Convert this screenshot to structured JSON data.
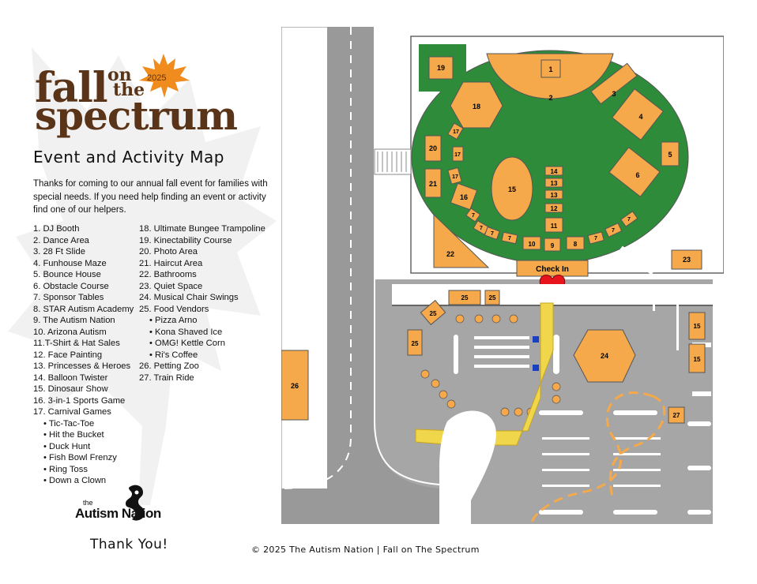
{
  "brand": {
    "fall": "fall",
    "on": "on",
    "the": "the",
    "spectrum": "spectrum",
    "year": "2025",
    "leaf_icon": "maple-leaf",
    "brown": "#5a3418",
    "orange": "#f08c1e"
  },
  "heading": "Event and Activity Map",
  "intro": "Thanks for coming to our annual fall event for families with special needs. If you need help finding an event or activity find one of our helpers.",
  "legend": {
    "col1": [
      {
        "text": "1. DJ Booth",
        "sub": false
      },
      {
        "text": "2. Dance Area",
        "sub": false
      },
      {
        "text": "3. 28 Ft Slide",
        "sub": false
      },
      {
        "text": "4. Funhouse Maze",
        "sub": false
      },
      {
        "text": "5. Bounce House",
        "sub": false
      },
      {
        "text": "6. Obstacle Course",
        "sub": false
      },
      {
        "text": "7. Sponsor Tables",
        "sub": false
      },
      {
        "text": "8. STAR Autism Academy",
        "sub": false
      },
      {
        "text": "9. The Autism Nation",
        "sub": false
      },
      {
        "text": "10. Arizona Autism",
        "sub": false
      },
      {
        "text": "11.T-Shirt & Hat Sales",
        "sub": false
      },
      {
        "text": "12. Face Painting",
        "sub": false
      },
      {
        "text": "13. Princesses & Heroes",
        "sub": false
      },
      {
        "text": "14. Balloon Twister",
        "sub": false
      },
      {
        "text": "15. Dinosaur Show",
        "sub": false
      },
      {
        "text": "16. 3-in-1 Sports Game",
        "sub": false
      },
      {
        "text": "17. Carnival Games",
        "sub": false
      },
      {
        "text": "• Tic-Tac-Toe",
        "sub": true
      },
      {
        "text": "• Hit the Bucket",
        "sub": true
      },
      {
        "text": "• Duck Hunt",
        "sub": true
      },
      {
        "text": "• Fish Bowl Frenzy",
        "sub": true
      },
      {
        "text": "• Ring Toss",
        "sub": true
      },
      {
        "text": "• Down a Clown",
        "sub": true
      }
    ],
    "col2": [
      {
        "text": "18. Ultimate Bungee Trampoline",
        "sub": false
      },
      {
        "text": "19. Kinectability Course",
        "sub": false
      },
      {
        "text": "20. Photo Area",
        "sub": false
      },
      {
        "text": "21. Haircut Area",
        "sub": false
      },
      {
        "text": "22. Bathrooms",
        "sub": false
      },
      {
        "text": "23. Quiet Space",
        "sub": false
      },
      {
        "text": "24. Musical Chair Swings",
        "sub": false
      },
      {
        "text": "25. Food Vendors",
        "sub": false
      },
      {
        "text": "• Pizza Arno",
        "sub": true
      },
      {
        "text": "• Kona Shaved Ice",
        "sub": true
      },
      {
        "text": "• OMG! Kettle Corn",
        "sub": true
      },
      {
        "text": "• Ri's Coffee",
        "sub": true
      },
      {
        "text": "26. Petting Zoo",
        "sub": false
      },
      {
        "text": "27. Train Ride",
        "sub": false
      }
    ]
  },
  "map": {
    "check_in": "Check In",
    "check_in_icon": "heart",
    "accessible_parking_icon": "accessible-parking",
    "labels": {
      "n1": "1",
      "n2": "2",
      "n3": "3",
      "n4": "4",
      "n5": "5",
      "n6": "6",
      "n7": "7",
      "n8": "8",
      "n9": "9",
      "n10": "10",
      "n11": "11",
      "n12": "12",
      "n13": "13",
      "n14": "14",
      "n15": "15",
      "n16": "16",
      "n17": "17",
      "n18": "18",
      "n19": "19",
      "n20": "20",
      "n21": "21",
      "n22": "22",
      "n23": "23",
      "n24": "24",
      "n25": "25",
      "n26": "26",
      "n27": "27"
    },
    "colors": {
      "booth": "#f5a94a",
      "grass": "#2e8b3a",
      "asphalt": "#a6a6a6",
      "road": "#9b9b9b",
      "walkway": "#f0d64a",
      "heart": "#e8141c",
      "accessible": "#1a3fbf"
    }
  },
  "logo": {
    "the": "the",
    "name": "Autism Nation",
    "icon": "puzzle-piece"
  },
  "thank_you": "Thank You!",
  "copyright": "© 2025 The Autism Nation | Fall on The Spectrum"
}
